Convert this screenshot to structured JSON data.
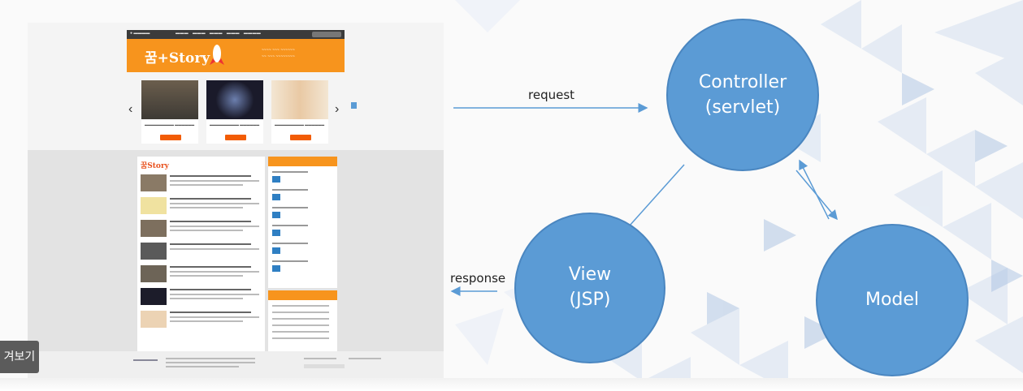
{
  "diagram": {
    "controller": {
      "line1": "Controller",
      "line2": "(servlet)"
    },
    "view": {
      "line1": "View",
      "line2": "(JSP)"
    },
    "model": {
      "label": "Model"
    },
    "request_label": "request",
    "response_label": "response",
    "circle_color": "#5b9bd5",
    "arrow_color": "#5b9bd5"
  },
  "website": {
    "brand_logo": "꿈+Story",
    "section_logo": "꿈Story"
  },
  "preview_button": "겨보기"
}
